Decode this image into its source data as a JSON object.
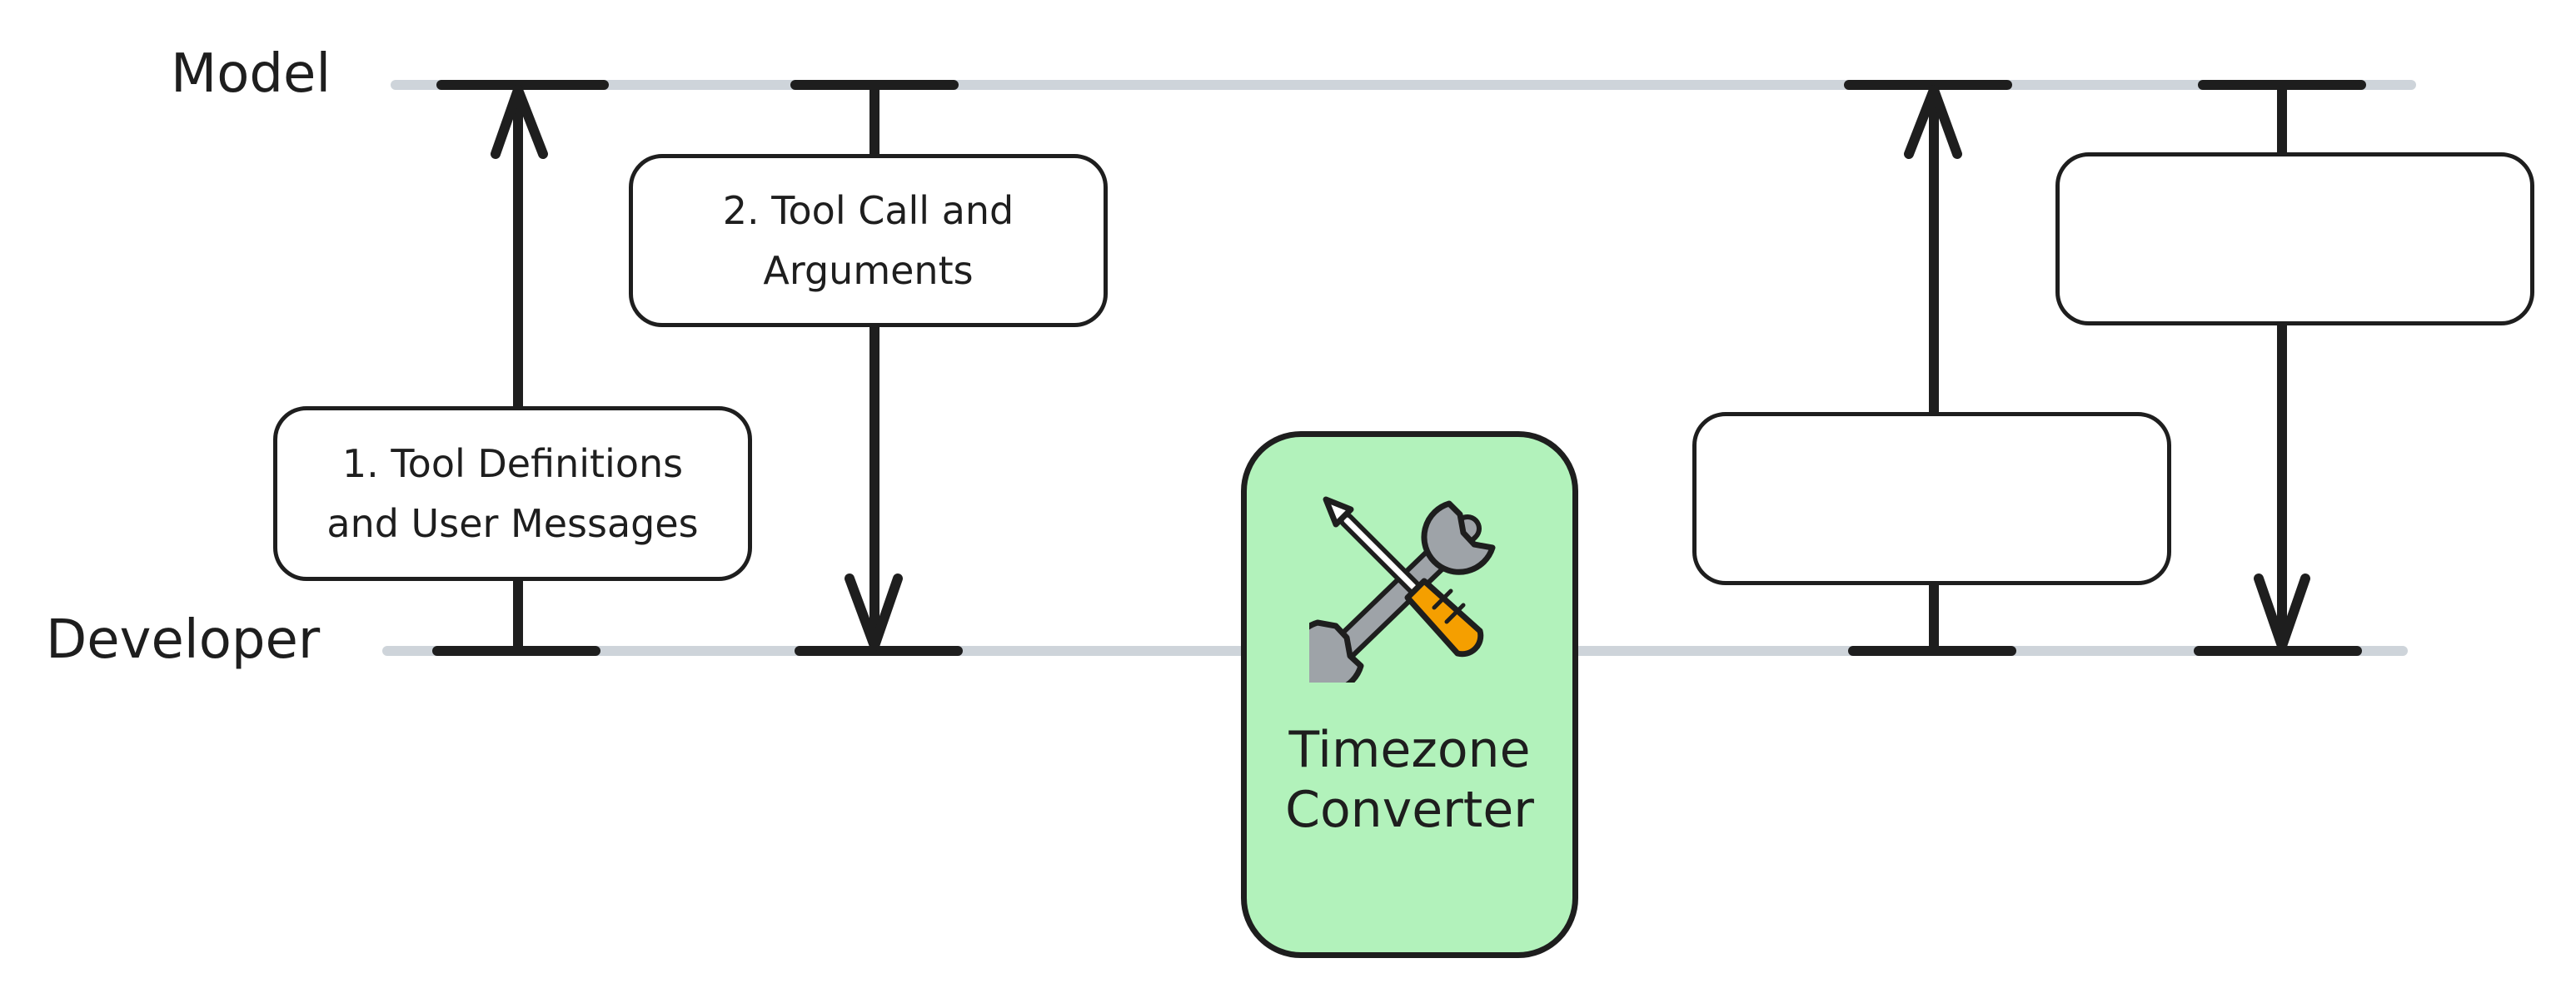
{
  "diagram": {
    "lanes": {
      "model": "Model",
      "developer": "Developer"
    },
    "steps": {
      "step1_line1": "1. Tool Definitions",
      "step1_line2": "and User Messages",
      "step2_line1": "2. Tool Call and",
      "step2_line2": "Arguments"
    },
    "tool": {
      "line1": "Timezone",
      "line2": "Converter",
      "icon": "tools-icon"
    },
    "colors": {
      "stroke": "#1e1e1e",
      "lane_line": "#ced4da",
      "tool_fill": "#b2f2bb",
      "screwdriver_handle": "#f59f00",
      "wrench": "#9ea3a8"
    }
  }
}
